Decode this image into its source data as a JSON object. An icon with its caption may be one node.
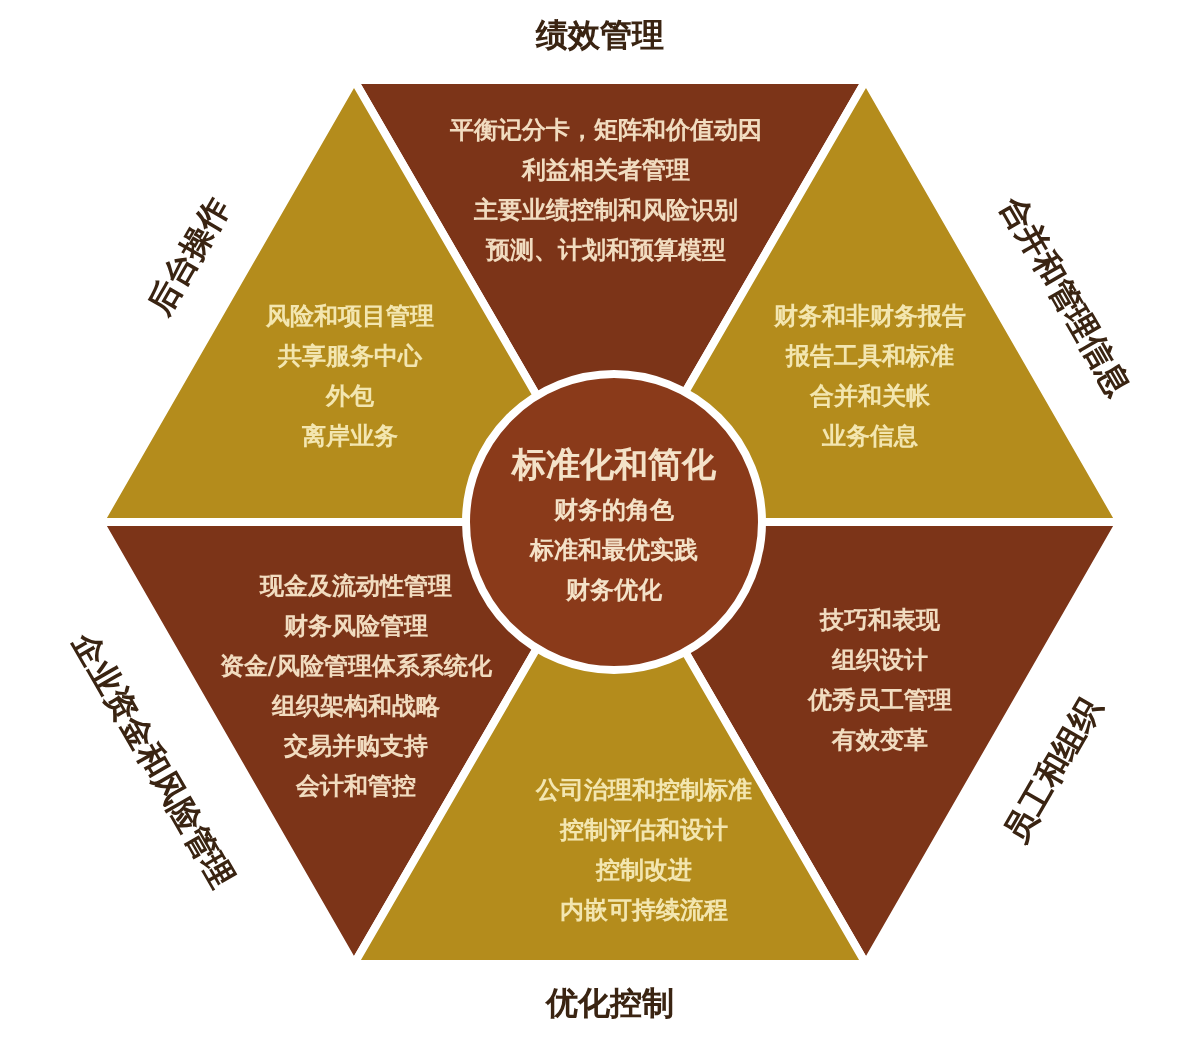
{
  "diagram": {
    "nodes": [
      {
        "text": [
          "绩效管理",
          "平衡记分卡，矩阵和价值动因",
          "利益相关者管理",
          "主要业绩控制和风险识别",
          "预测、计划和预算模型"
        ]
      },
      {
        "text": [
          "后台操作",
          "风险和项目管理",
          "共享服务中心",
          "外包",
          "离岸业务"
        ]
      },
      {
        "text": [
          "合并和管理信息",
          "财务和非财务报告",
          "报告工具和标准",
          "合并和关帐",
          "业务信息"
        ]
      },
      {
        "text": [
          "标准化和简化",
          "财务的角色",
          "标准和最优实践",
          "财务优化"
        ]
      },
      {
        "text": [
          "企业资金和风险管理",
          "现金及流动性管理",
          "财务风险管理",
          "资金/风险管理体系系统化",
          "组织架构和战略",
          "交易并购支持",
          "会计和管控"
        ]
      },
      {
        "text": [
          "员工和组织",
          "技巧和表现",
          "组织设计",
          "优秀员工管理",
          "有效变革"
        ]
      },
      {
        "text": [
          "公司治理和控制标准",
          "控制评估和设计",
          "控制改进",
          "内嵌可持续流程",
          "优化控制"
        ]
      }
    ]
  }
}
